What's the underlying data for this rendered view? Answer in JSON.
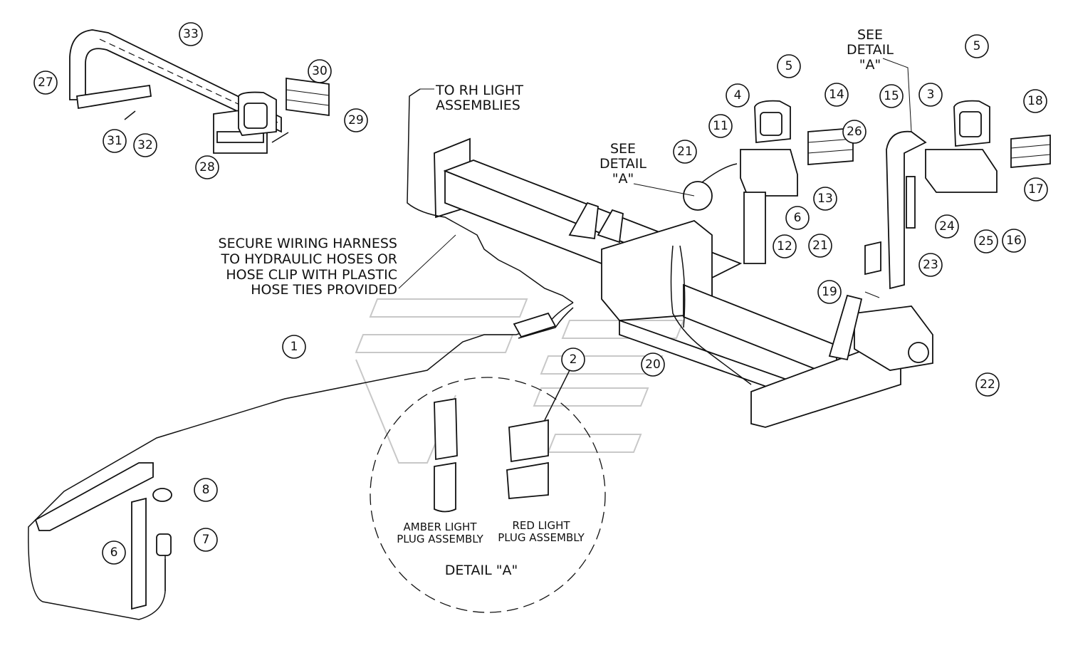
{
  "notes": {
    "to_rh_line1": "TO RH LIGHT",
    "to_rh_line2": "ASSEMBLIES",
    "secure_line1": "SECURE WIRING HARNESS",
    "secure_line2": "TO HYDRAULIC HOSES OR",
    "secure_line3": "HOSE CLIP WITH PLASTIC",
    "secure_line4": "HOSE TIES PROVIDED",
    "see_detail_left_1": "SEE",
    "see_detail_left_2": "DETAIL",
    "see_detail_left_3": "\"A\"",
    "see_detail_right_1": "SEE",
    "see_detail_right_2": "DETAIL",
    "see_detail_right_3": "\"A\""
  },
  "detail": {
    "amber_line1": "AMBER LIGHT",
    "amber_line2": "PLUG ASSEMBLY",
    "red_line1": "RED LIGHT",
    "red_line2": "PLUG ASSEMBLY",
    "title": "DETAIL \"A\""
  },
  "callouts": [
    "33",
    "27",
    "30",
    "29",
    "31",
    "32",
    "28",
    "14",
    "13",
    "4",
    "5",
    "11",
    "6",
    "12",
    "21",
    "18",
    "17",
    "5",
    "3",
    "15",
    "26",
    "16",
    "24",
    "25",
    "23",
    "21",
    "19",
    "2",
    "1",
    "20",
    "22",
    "8",
    "7",
    "6"
  ]
}
